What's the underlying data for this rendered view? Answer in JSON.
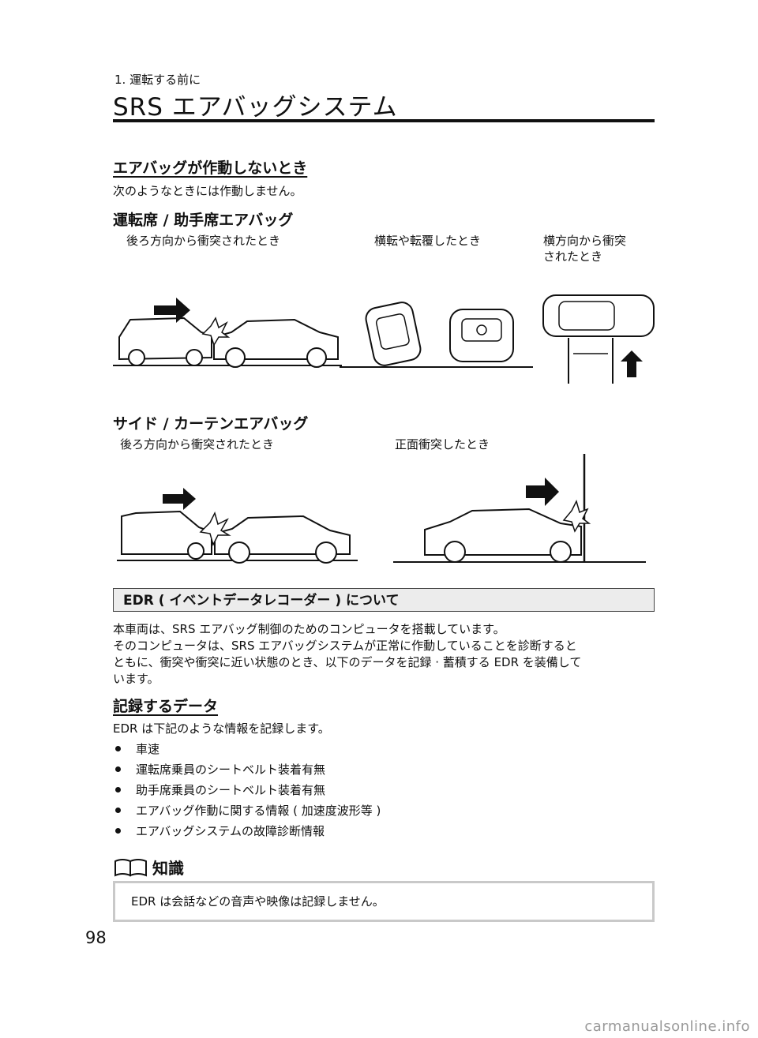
{
  "header": {
    "chapter": "1. 運転する前に",
    "title": "SRS エアバッグシステム"
  },
  "section1": {
    "heading": "エアバッグが作動しないとき",
    "intro": "次のようなときには作動しません。"
  },
  "driver_airbags": {
    "heading": "運転席 / 助手席エアバッグ",
    "captions": [
      "後ろ方向から衝突されたとき",
      "横転や転覆したとき",
      "横方向から衝突",
      "されたとき"
    ]
  },
  "side_airbags": {
    "heading": "サイド / カーテンエアバッグ",
    "captions": [
      "後ろ方向から衝突されたとき",
      "正面衝突したとき"
    ]
  },
  "edr": {
    "heading": "EDR ( イベントデータレコーダー ) について",
    "lines": [
      "本車両は、SRS エアバッグ制御のためのコンピュータを搭載しています。",
      "そのコンピュータは、SRS エアバッグシステムが正常に作動していることを診断すると",
      "ともに、衝突や衝突に近い状態のとき、以下のデータを記録 · 蓄積する EDR を装備して",
      "います。"
    ]
  },
  "record": {
    "heading": "記録するデータ",
    "intro": "EDR は下記のような情報を記録します。",
    "items": [
      "車速",
      "運転席乗員のシートベルト装着有無",
      "助手席乗員のシートベルト装着有無",
      "エアバッグ作動に関する情報 ( 加速度波形等 )",
      "エアバッグシステムの故障診断情報"
    ]
  },
  "knowledge": {
    "heading": "知識",
    "text": "EDR は会話などの音声や映像は記録しません。"
  },
  "footer": {
    "page": "98",
    "watermark": "carmanualsonline.info"
  },
  "icons": [
    "book-icon",
    "arrow-right-icon",
    "arrow-up-icon"
  ]
}
